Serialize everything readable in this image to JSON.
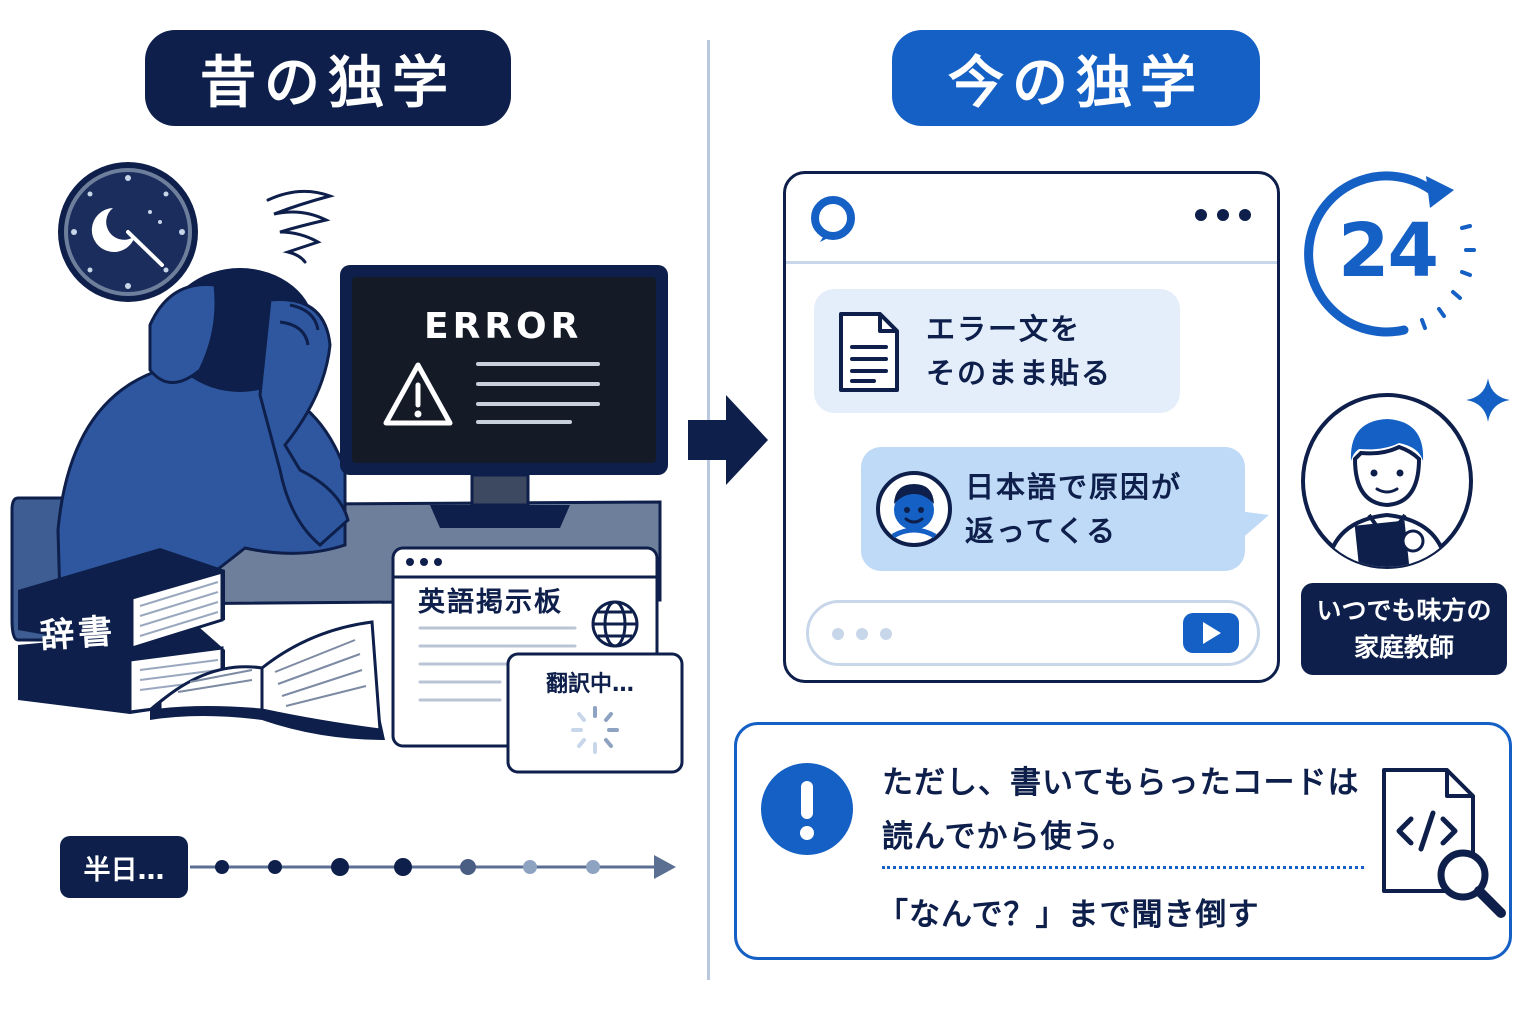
{
  "titles": {
    "old": "昔の独学",
    "new": "今の独学"
  },
  "old_scene": {
    "monitor_text": "ERROR",
    "dictionary_label": "辞書",
    "forum_title": "英語掲示板",
    "translating_label": "翻訳中…",
    "time_label": "半日…"
  },
  "new_scene": {
    "user_message": {
      "line1": "エラー文を",
      "line2": "そのまま貼る"
    },
    "ai_message": {
      "line1": "日本語で原因が",
      "line2": "返ってくる"
    },
    "availability_number": "24",
    "tutor_label": {
      "line1": "いつでも味方の",
      "line2": "家庭教師"
    }
  },
  "tip": {
    "line1": "ただし、書いてもらったコードは",
    "line2": "読んでから使う。",
    "line3": "「なんで？」まで聞き倒す"
  },
  "colors": {
    "navy": "#0d1f4a",
    "blue": "#1560c4",
    "mid_blue": "#2f57a0",
    "light_blue": "#bfdaf7",
    "pale_blue": "#e4eefb"
  },
  "icons": [
    "moon-clock-icon",
    "stress-scribble-icon",
    "warning-icon",
    "globe-icon",
    "loading-spinner-icon",
    "arrow-right-icon",
    "chat-logo-icon",
    "more-dots-icon",
    "document-icon",
    "robot-avatar-icon",
    "send-icon",
    "clock-24-icon",
    "sparkle-icon",
    "tutor-avatar-icon",
    "exclamation-icon",
    "code-file-search-icon"
  ]
}
